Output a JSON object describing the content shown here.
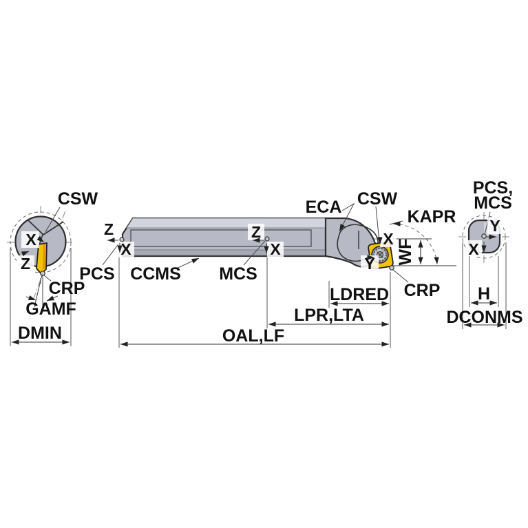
{
  "colors": {
    "body": "#b7bac4",
    "body_light": "#d2d5dd",
    "body_dark": "#a7aab4",
    "insert_yellow": "#f2c400",
    "insert_shade": "#e08f00",
    "outline": "#2e2e2e"
  },
  "left_view": {
    "csw": "CSW",
    "x": "X",
    "z": "Z",
    "crp": "CRP",
    "gamf": "GAMF",
    "dmin": "DMIN"
  },
  "main_view": {
    "pcs": "PCS",
    "ccms": "CCMS",
    "mcs": "MCS",
    "eca": "ECA",
    "csw": "CSW",
    "kapr": "KAPR",
    "wf": "WF",
    "ldred": "LDRED",
    "crp": "CRP",
    "lpr_lta": "LPR,LTA",
    "oal_lf": "OAL,LF",
    "z_left": "Z",
    "x_left": "X",
    "z_mid": "Z",
    "x_mid": "X",
    "x_insert": "X",
    "y_insert": "Y"
  },
  "end_view": {
    "pcs_mcs_1": "PCS,",
    "pcs_mcs_2": "MCS",
    "y": "Y",
    "x": "X",
    "h": "H",
    "dconms": "DCONMS"
  }
}
